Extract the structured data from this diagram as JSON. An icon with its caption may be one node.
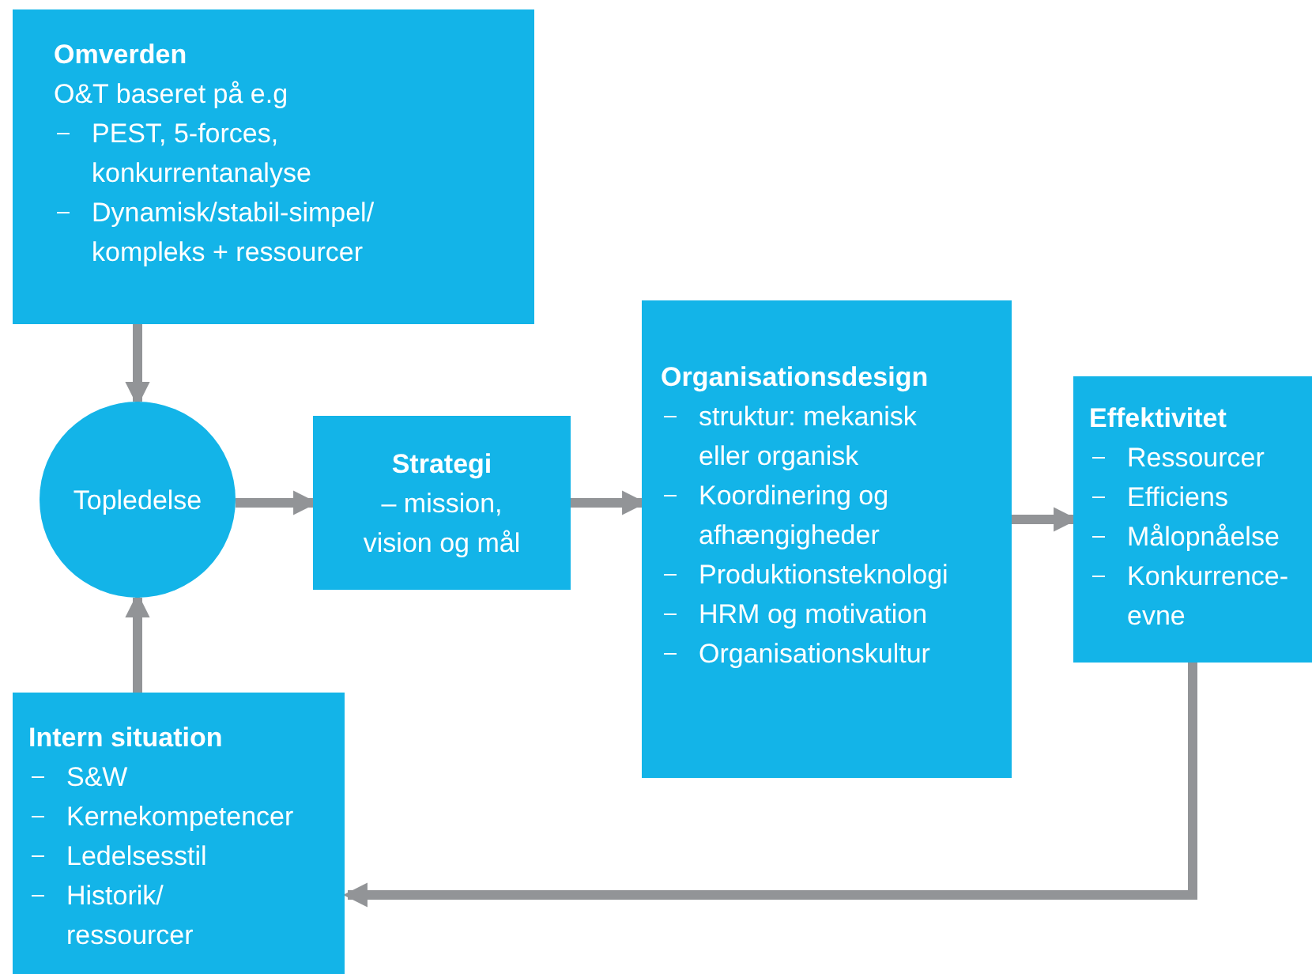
{
  "diagram": {
    "nodes": [
      {
        "text": [
          "Omverden",
          "O&T baseret på e.g",
          "PEST, 5-forces, konkurrentanalyse",
          "Dynamisk/stabil-simpel/ kompleks + ressourcer"
        ]
      },
      {
        "text": [
          "Topledelse"
        ]
      },
      {
        "text": [
          "Strategi",
          "– mission, vision og mål"
        ]
      },
      {
        "text": [
          "Organisationsdesign",
          "struktur: mekanisk eller organisk",
          "Koordinering og afhængigheder",
          "Produktionsteknologi",
          "HRM og motivation",
          "Organisationskultur"
        ]
      },
      {
        "text": [
          "Effektivitet",
          "Ressourcer",
          "Efficiens",
          "Målopnåelse",
          "Konkurrence- evne"
        ]
      },
      {
        "text": [
          "Intern situation",
          "S&W",
          "Kernekompetencer",
          "Ledelsesstil",
          "Historik/ ressourcer"
        ]
      }
    ],
    "edges": [
      {
        "from": 0,
        "to": 1,
        "arrow": "to"
      },
      {
        "from": 5,
        "to": 1,
        "arrow": "to"
      },
      {
        "from": 1,
        "to": 2,
        "arrow": "to"
      },
      {
        "from": 2,
        "to": 3,
        "arrow": "to"
      },
      {
        "from": 3,
        "to": 4,
        "arrow": "to"
      },
      {
        "from": 4,
        "to": 5,
        "arrow": "to"
      }
    ]
  }
}
